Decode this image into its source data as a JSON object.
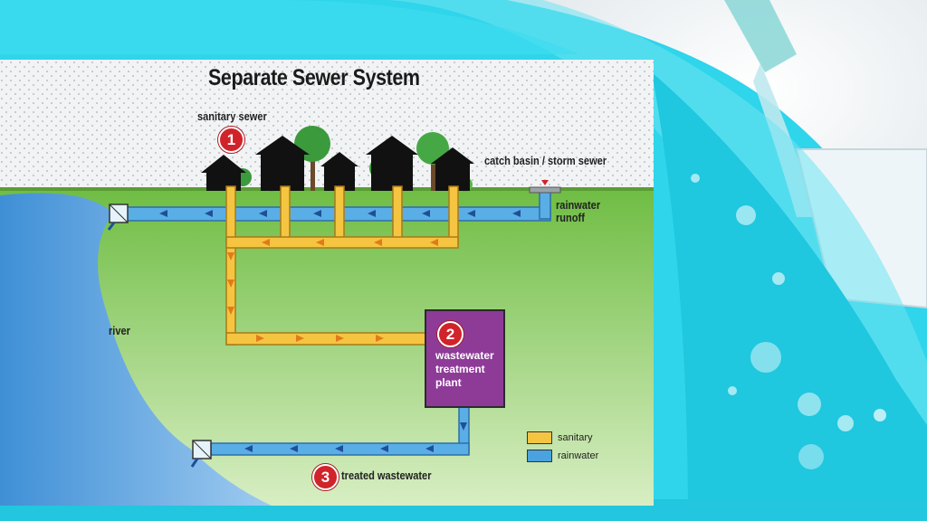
{
  "slide": {
    "title": "Separate Sewer System",
    "labels": {
      "sanitary_sewer": "sanitary sewer",
      "catch_basin": "catch basin / storm sewer",
      "rainwater_runoff_1": "rainwater",
      "rainwater_runoff_2": "runoff",
      "river": "river",
      "plant_line1": "wastewater",
      "plant_line2": "treatment",
      "plant_line3": "plant",
      "treated": "treated wastewater"
    },
    "markers": {
      "m1": "1",
      "m2": "2",
      "m3": "3"
    },
    "legend": [
      {
        "label": "sanitary",
        "color": "#f5c542"
      },
      {
        "label": "rainwater",
        "color": "#4aa3df"
      }
    ]
  },
  "colors": {
    "background_cyan": "#29d3e8",
    "sanitary_pipe": "#f5c542",
    "storm_pipe": "#4aa3df",
    "plant": "#8e3b98",
    "marker_red": "#d1232a",
    "grass": "#7cc24e"
  }
}
